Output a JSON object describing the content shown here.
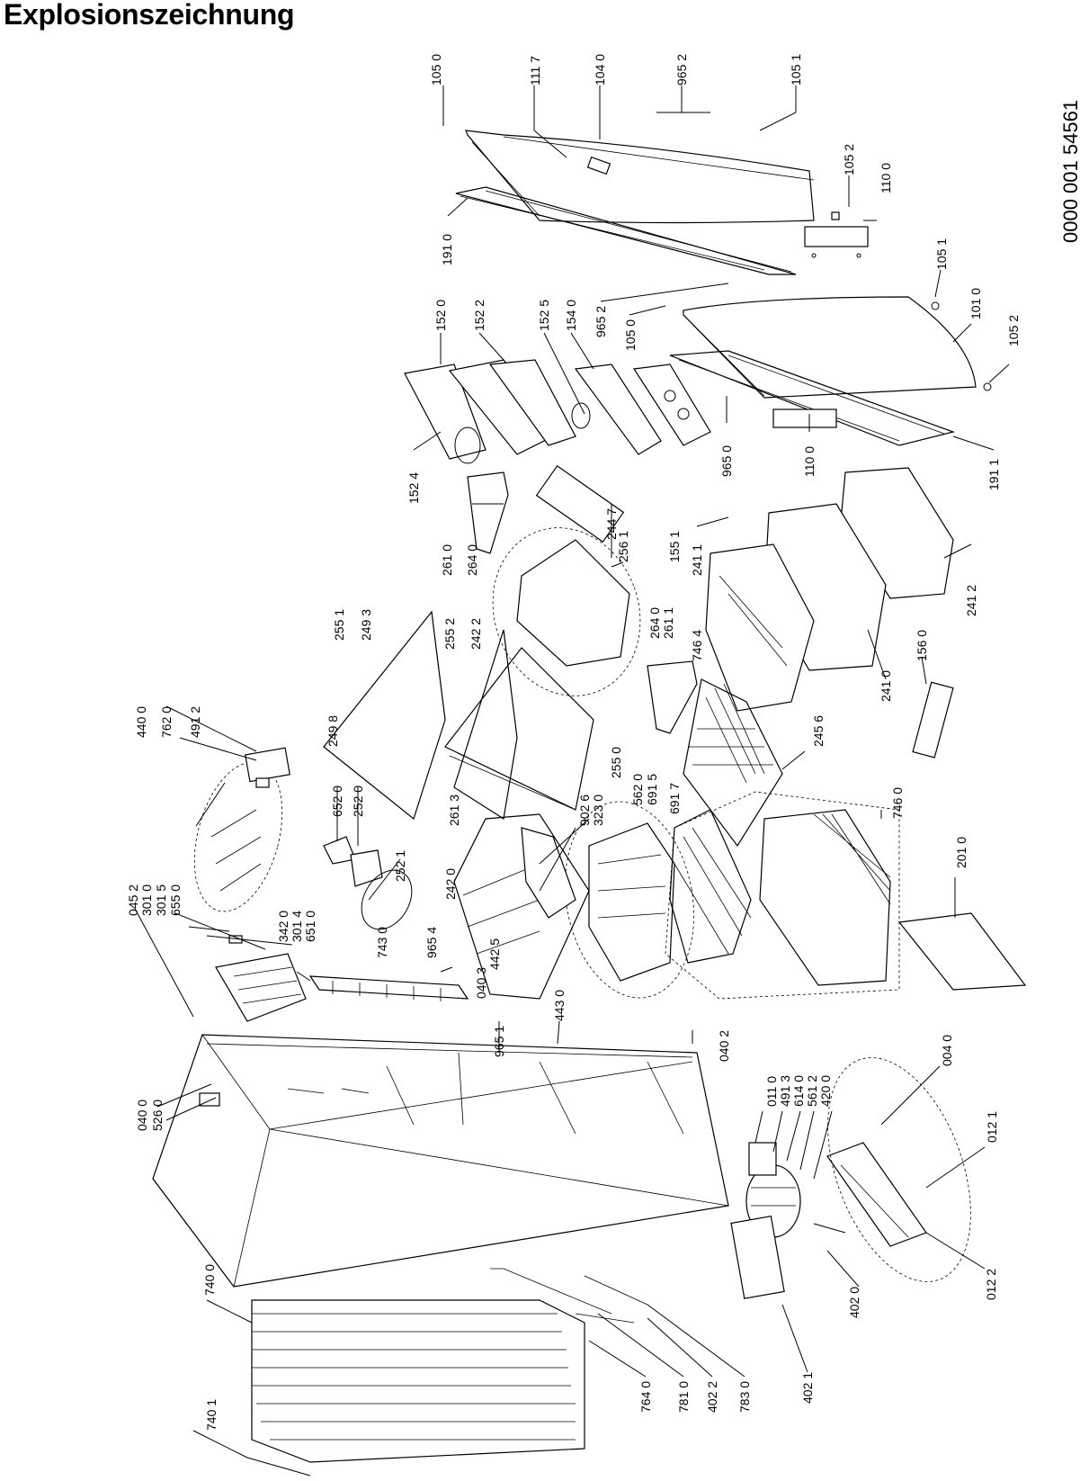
{
  "title": "Explosionszeichnung",
  "document_number": "0000 001 54561",
  "part_labels": [
    "105 0",
    "111 7",
    "104 0",
    "965 2",
    "105 1",
    "105 2",
    "110 0",
    "191 0",
    "105 1",
    "101 0",
    "965 2",
    "105 0",
    "105 2",
    "152 0",
    "152 2",
    "152 5",
    "154 0",
    "965 0",
    "110 0",
    "191 1",
    "152 4",
    "261 0",
    "264 0",
    "244 7",
    "256 1",
    "155 1",
    "241 1",
    "241 2",
    "255 1",
    "249 3",
    "255 2",
    "242 2",
    "264 0",
    "261 1",
    "746 4",
    "241 0",
    "156 0",
    "440 0",
    "762 0",
    "491 2",
    "249 8",
    "245 6",
    "255 0",
    "562 0",
    "691 5",
    "691 7",
    "902 6",
    "323 0",
    "261 3",
    "746 0",
    "045 2",
    "301 0",
    "301 5",
    "655 0",
    "652 0",
    "252 0",
    "252 1",
    "242 0",
    "342 0",
    "301 4",
    "651 0",
    "743 0",
    "965 4",
    "040 3",
    "442 5",
    "201 0",
    "443 0",
    "965 1",
    "040 2",
    "040 0",
    "526 0",
    "011 0",
    "491 3",
    "614 0",
    "561 2",
    "420 0",
    "004 0",
    "012 1",
    "740 0",
    "402 0",
    "012 2",
    "740 1",
    "764 0",
    "781 0",
    "402 2",
    "783 0",
    "402 1"
  ]
}
